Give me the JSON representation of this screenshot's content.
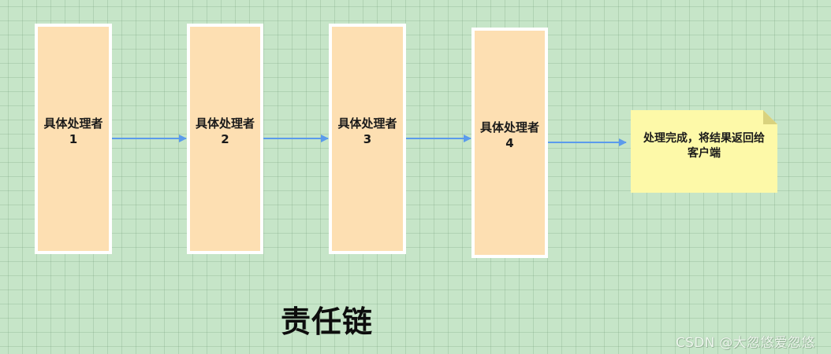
{
  "diagram": {
    "title": "责任链",
    "handlers": [
      {
        "label": "具体处理者1"
      },
      {
        "label": "具体处理者2"
      },
      {
        "label": "具体处理者3"
      },
      {
        "label": "具体处理者4"
      }
    ],
    "result_note": "处理完成，将结果返回给客户端",
    "watermark": "CSDN @大忽悠爱忽悠",
    "colors": {
      "background": "#c6e5c8",
      "handler_fill": "#fddfb2",
      "handler_border": "#ffffff",
      "arrow": "#5b9bec",
      "note_fill": "#fdf9a8",
      "note_fold": "#d9d27e"
    }
  }
}
